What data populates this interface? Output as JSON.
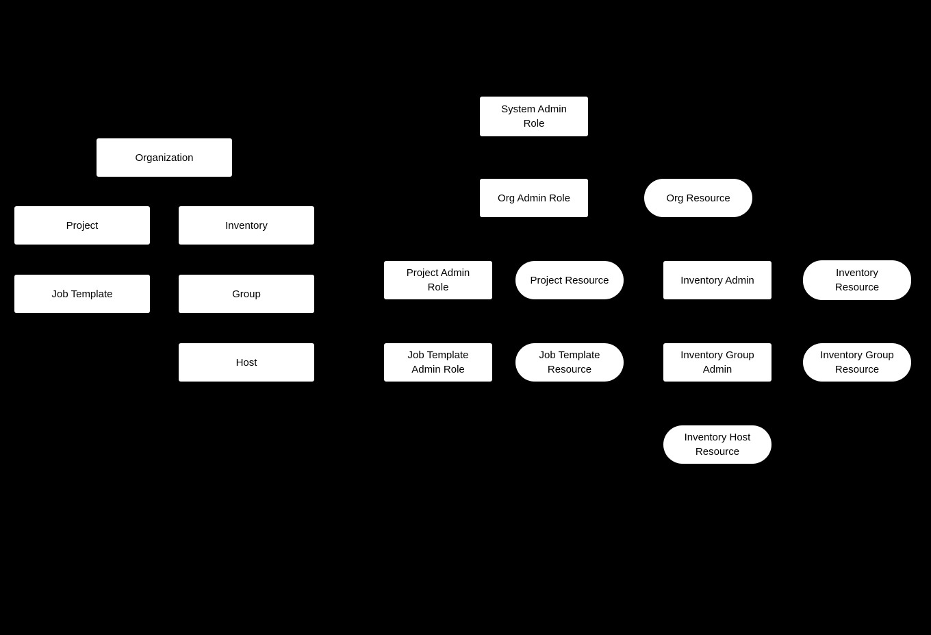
{
  "diagram": {
    "background_color": "#000000",
    "node_fill_color": "#ffffff",
    "node_text_color": "#000000",
    "nodes": {
      "organization": {
        "label": "Organization",
        "shape": "rectangle"
      },
      "project": {
        "label": "Project",
        "shape": "rectangle"
      },
      "inventory": {
        "label": "Inventory",
        "shape": "rectangle"
      },
      "job_template": {
        "label": "Job Template",
        "shape": "rectangle"
      },
      "group": {
        "label": "Group",
        "shape": "rectangle"
      },
      "host": {
        "label": "Host",
        "shape": "rectangle"
      },
      "system_admin_role": {
        "label": "System Admin\nRole",
        "shape": "rectangle"
      },
      "org_admin_role": {
        "label": "Org Admin Role",
        "shape": "rectangle"
      },
      "org_resource": {
        "label": "Org Resource",
        "shape": "pill"
      },
      "project_admin_role": {
        "label": "Project Admin\nRole",
        "shape": "rectangle"
      },
      "project_resource": {
        "label": "Project Resource",
        "shape": "pill"
      },
      "inventory_admin": {
        "label": "Inventory Admin",
        "shape": "rectangle"
      },
      "inventory_resource": {
        "label": "Inventory\nResource",
        "shape": "pill"
      },
      "job_template_admin_role": {
        "label": "Job Template\nAdmin Role",
        "shape": "rectangle"
      },
      "job_template_resource": {
        "label": "Job Template\nResource",
        "shape": "pill"
      },
      "inventory_group_admin": {
        "label": "Inventory Group\nAdmin",
        "shape": "rectangle"
      },
      "inventory_group_resource": {
        "label": "Inventory Group\nResource",
        "shape": "pill"
      },
      "inventory_host_resource": {
        "label": "Inventory Host\nResource",
        "shape": "pill"
      }
    }
  }
}
